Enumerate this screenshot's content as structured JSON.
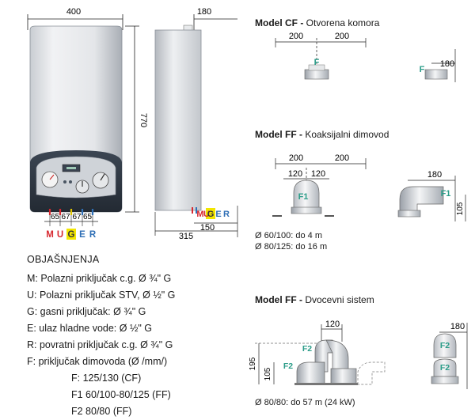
{
  "front_view": {
    "width": "400",
    "height": "770",
    "spacings": [
      "65",
      "67",
      "67",
      "65"
    ],
    "connections": [
      "M",
      "U",
      "G",
      "E",
      "R"
    ]
  },
  "side_view": {
    "depth_top": "180",
    "depth_bottom": "150",
    "depth_total": "315",
    "connections": [
      "M",
      "U",
      "G",
      "E",
      "R"
    ]
  },
  "legend": {
    "title": "OBJAŠNJENJA",
    "items": [
      "M: Polazni priključak c.g. Ø ¾\" G",
      "U: Polazni priključak STV, Ø ½\" G",
      "G: gasni priključak: Ø ¾\" G",
      "E: ulaz hladne vode: Ø ½\" G",
      "R: povratni priključak c.g. Ø ¾\" G",
      "F: priključak dimovoda (Ø /mm/)"
    ],
    "subitems": [
      "F: 125/130 (CF)",
      "F1 60/100-80/125 (FF)",
      "F2 80/80 (FF)"
    ]
  },
  "model_cf": {
    "title_bold": "Model CF -",
    "title_rest": " Otvorena komora",
    "dim_left": "200",
    "dim_right": "200",
    "dim_side": "180",
    "label": "F"
  },
  "model_ff_coax": {
    "title_bold": "Model FF -",
    "title_rest": " Koaksijalni dimovod",
    "dim_left": "200",
    "dim_right": "200",
    "dim_inner_left": "120",
    "dim_inner_right": "120",
    "dim_side": "180",
    "dim_height": "105",
    "label": "F1",
    "notes": [
      "Ø 60/100: do 4 m",
      "Ø 80/125: do 16 m"
    ]
  },
  "model_ff_twin": {
    "title_bold": "Model FF -",
    "title_rest": " Dvocevni sistem",
    "dim_top": "120",
    "dim_side": "180",
    "dim_height_outer": "195",
    "dim_height_inner": "105",
    "label": "F2",
    "note": "Ø 80/80: do 57 m (24 kW)"
  },
  "colors": {
    "connection_red": "#d7282f",
    "connection_blue": "#2f6fb6",
    "gas_highlight": "#f2e600",
    "flue_label": "#2a9c88",
    "panel_dark": "#2f3742"
  }
}
